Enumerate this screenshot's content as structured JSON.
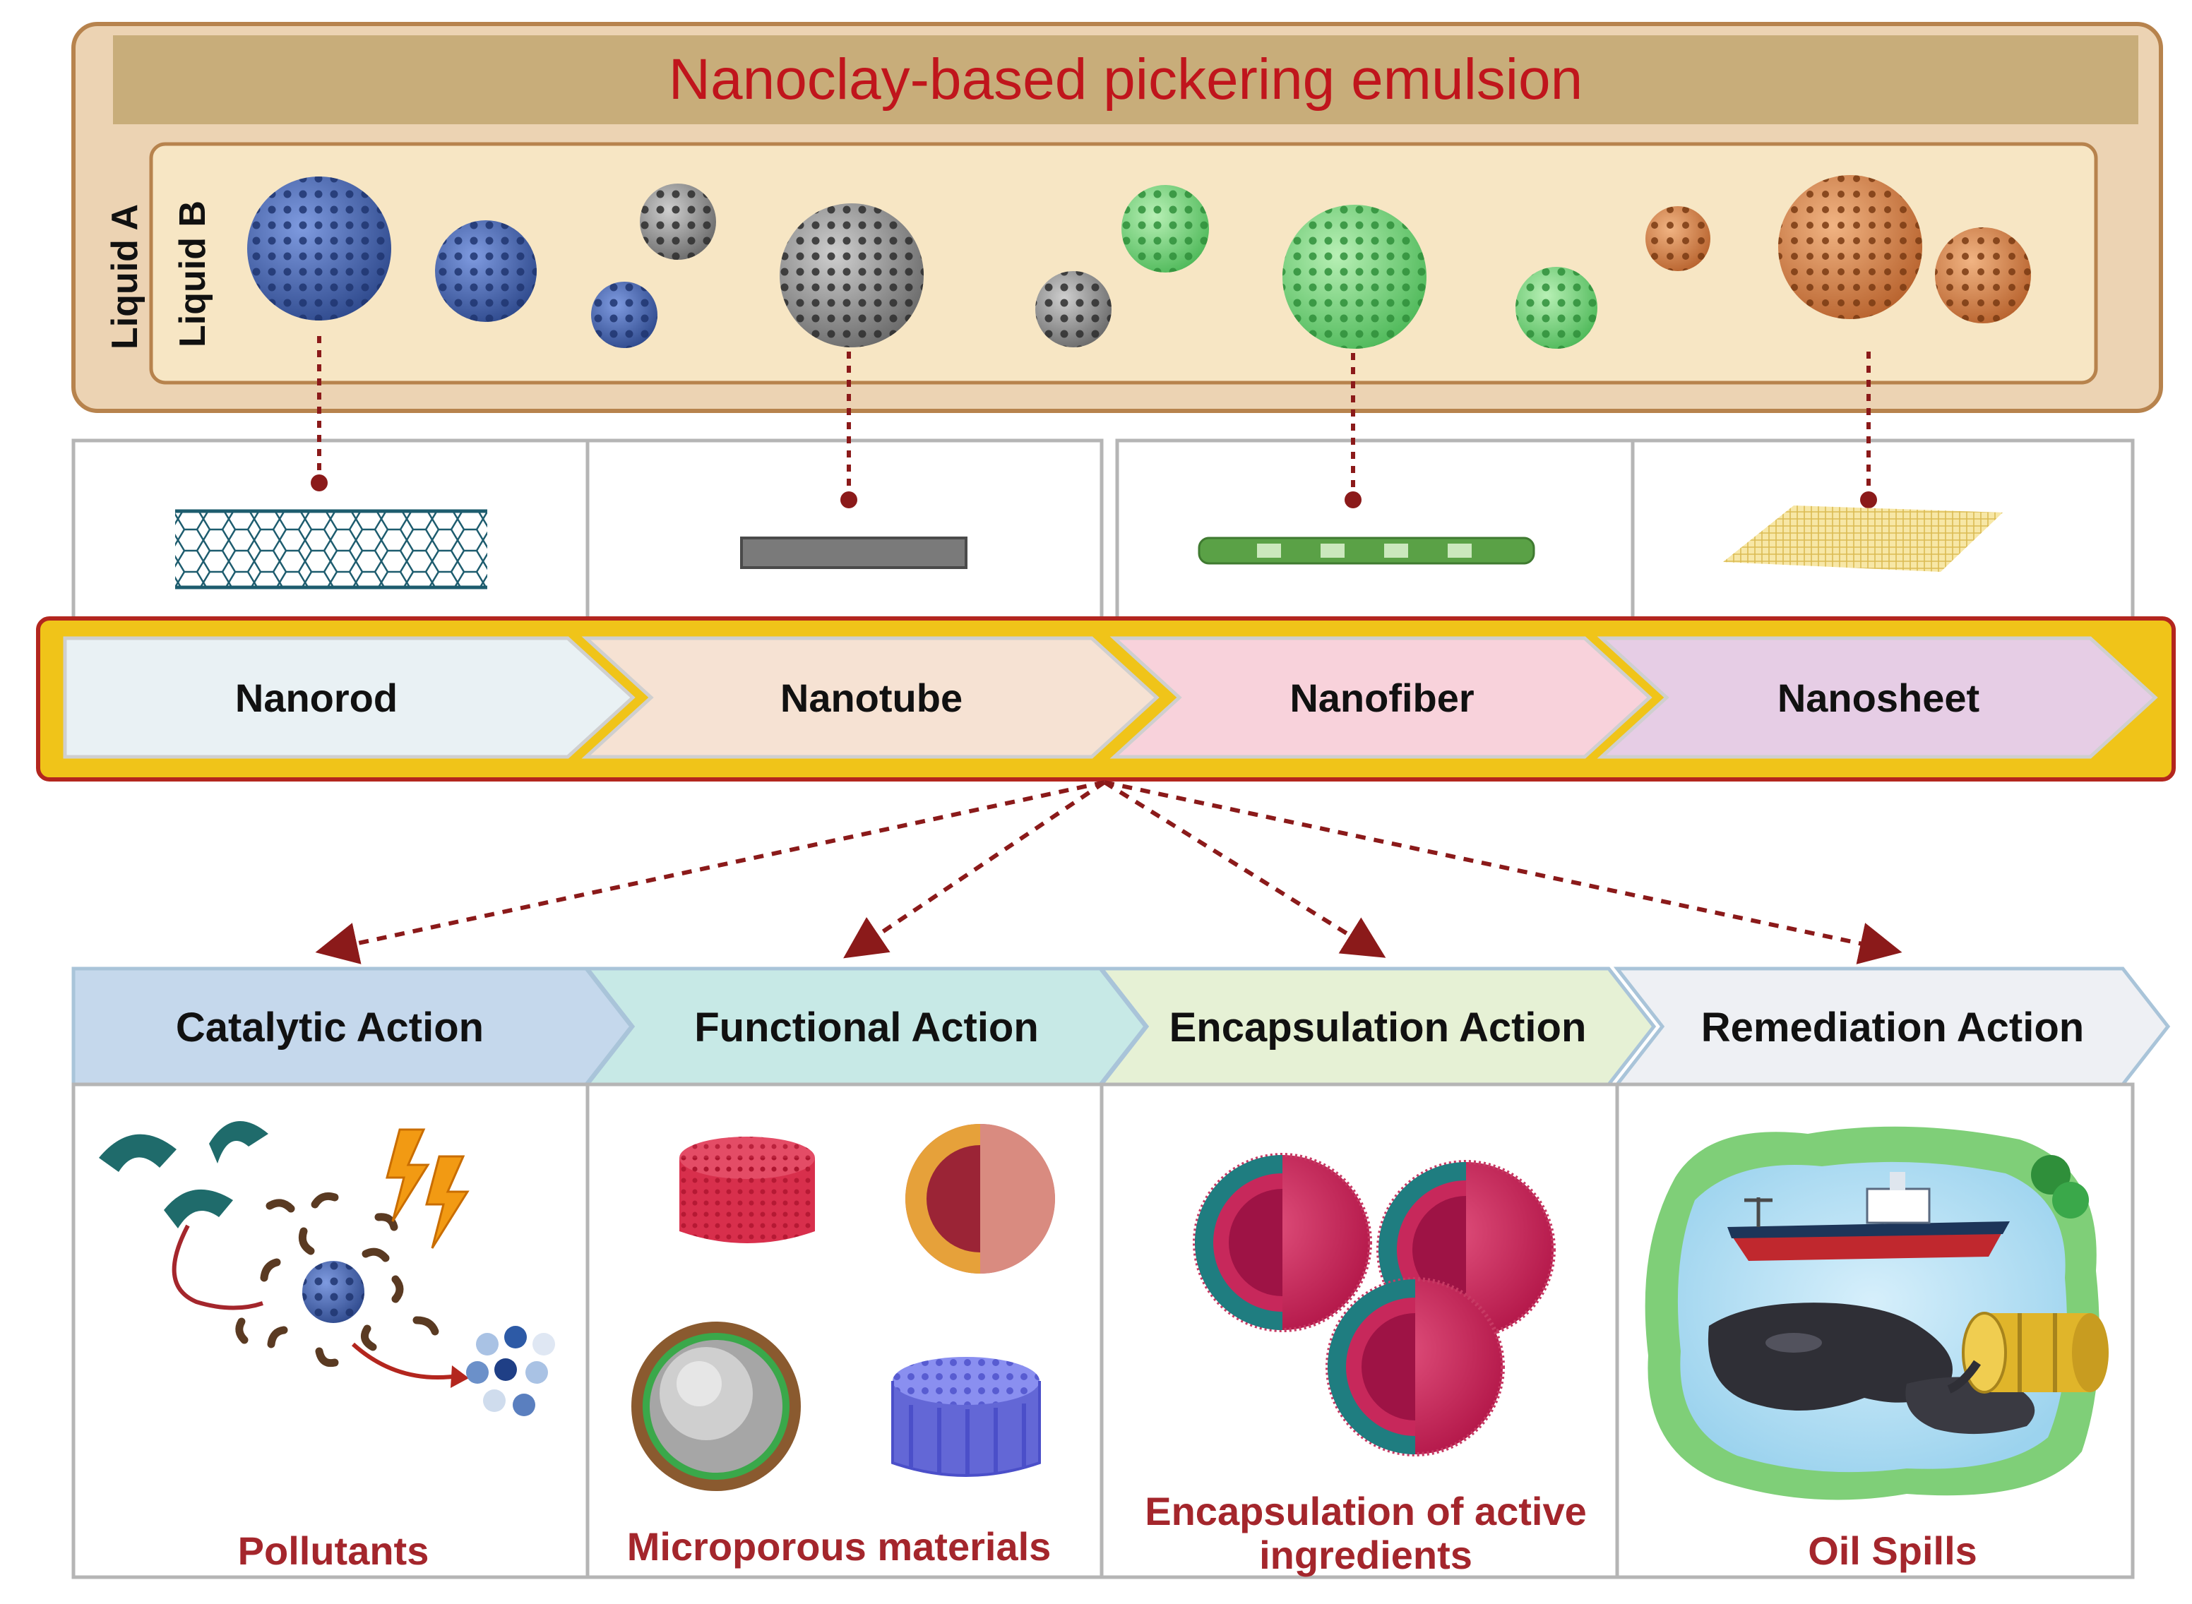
{
  "title": "Nanoclay-based pickering emulsion",
  "liquids": {
    "outer": "Liquid A",
    "inner": "Liquid B"
  },
  "types": [
    {
      "label": "Nanorod",
      "fill": "#e9f1f4"
    },
    {
      "label": "Nanotube",
      "fill": "#f6e2d3"
    },
    {
      "label": "Nanofiber",
      "fill": "#f8d2db"
    },
    {
      "label": "Nanosheet",
      "fill": "#e6cde5"
    }
  ],
  "actions": [
    {
      "label": "Catalytic Action",
      "fill": "#c5d8ec"
    },
    {
      "label": "Functional Action",
      "fill": "#c7e9e6"
    },
    {
      "label": "Encapsulation Action",
      "fill": "#e6f1d5"
    },
    {
      "label": "Remediation Action",
      "fill": "#eef0f4"
    }
  ],
  "captions": {
    "catalytic": "Pollutants",
    "functional": "Microporous materials",
    "encapsulation_line1": "Encapsulation of active",
    "encapsulation_line2": "ingredients",
    "remediation": "Oil Spills"
  },
  "colors": {
    "title_text": "#c0151c",
    "caption_text": "#a4262c",
    "connector": "#8b1a1a",
    "blue_sphere": "#3f5ea4",
    "gray_sphere": "#8a8a8a",
    "green_sphere": "#6fcf73",
    "orange_sphere": "#cf7b45",
    "outer_box": "#ecd3b3",
    "inner_box": "#f7e6c4",
    "title_bar": "#c8ad7a",
    "yellow_band": "#f0c419"
  },
  "icons": [
    "carbon-nanotube-icon",
    "nanorod-bar-icon",
    "nanofiber-icon",
    "nanosheet-icon",
    "pollutant-catalysis-icon",
    "lightning-icon",
    "porous-cylinder-icon",
    "capsule-icon",
    "coconut-capsule-icon",
    "porous-scaffold-icon",
    "encapsulation-sphere-icon",
    "oil-spill-icon",
    "ship-icon",
    "oil-barrel-icon",
    "tree-icon"
  ]
}
